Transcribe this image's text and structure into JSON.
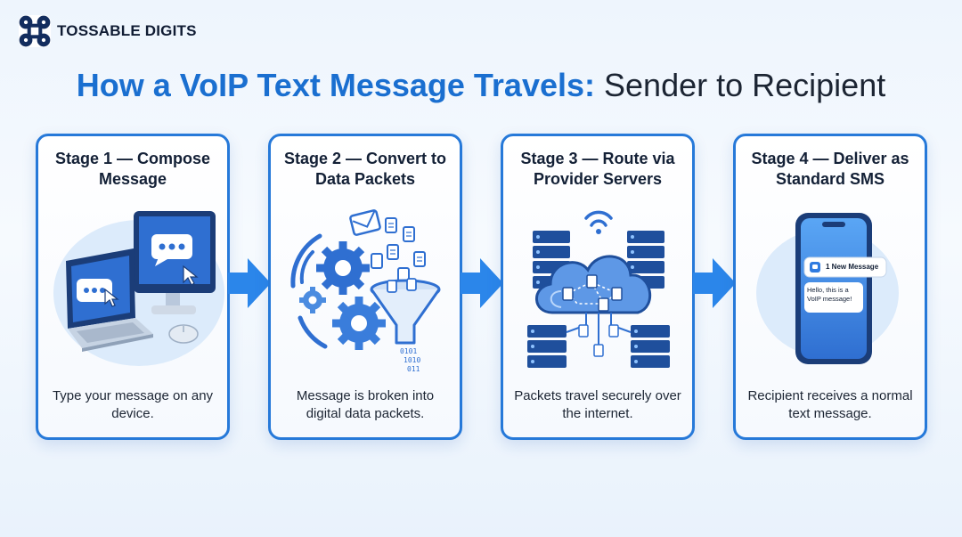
{
  "brand": {
    "name": "TOSSABLE DIGITS",
    "logo_icon": "command-key-icon"
  },
  "title": {
    "highlight": "How a VoIP Text Message Travels:",
    "rest": " Sender to Recipient"
  },
  "stages": [
    {
      "title": "Stage 1 — Compose Message",
      "description": "Type your message on any device.",
      "icon": "laptop-monitor-chat-icon"
    },
    {
      "title": "Stage 2 — Convert to Data Packets",
      "description": "Message is broken into digital data packets.",
      "icon": "gears-funnel-packets-icon"
    },
    {
      "title": "Stage 3 — Route via Provider Servers",
      "description": "Packets travel securely over the internet.",
      "icon": "cloud-servers-icon"
    },
    {
      "title": "Stage 4 — Deliver as Standard SMS",
      "description": "Recipient receives a normal text message.",
      "icon": "smartphone-notification-icon"
    }
  ],
  "phone": {
    "notification": "1 New Message",
    "bubble": "Hello, this is a VoIP message!"
  },
  "colors": {
    "accent": "#1a6fd0",
    "border": "#2679d9",
    "dark": "#1c2533"
  }
}
